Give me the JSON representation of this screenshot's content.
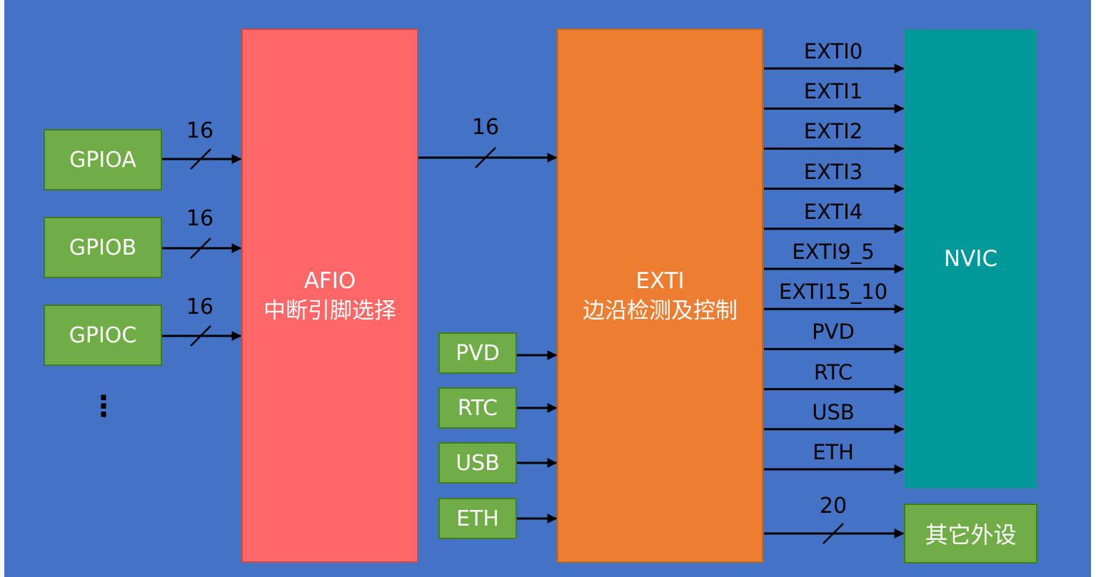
{
  "colors": {
    "background": "#4472c4",
    "source_block": "#70ad47",
    "afio_block": "#ff6666",
    "exti_block": "#ed7d31",
    "nvic_block": "#00999a",
    "wire": "#000000"
  },
  "gpio_blocks": [
    {
      "label": "GPIOA",
      "bus_width": "16"
    },
    {
      "label": "GPIOB",
      "bus_width": "16"
    },
    {
      "label": "GPIOC",
      "bus_width": "16"
    }
  ],
  "gpio_more": "⋮",
  "afio": {
    "line1": "AFIO",
    "line2": "中断引脚选择"
  },
  "afio_to_exti_bus_width": "16",
  "extra_sources": [
    {
      "label": "PVD"
    },
    {
      "label": "RTC"
    },
    {
      "label": "USB"
    },
    {
      "label": "ETH"
    }
  ],
  "exti": {
    "line1": "EXTI",
    "line2": "边沿检测及控制"
  },
  "nvic_lines": [
    "EXTI0",
    "EXTI1",
    "EXTI2",
    "EXTI3",
    "EXTI4",
    "EXTI9_5",
    "EXTI15_10",
    "PVD",
    "RTC",
    "USB",
    "ETH"
  ],
  "nvic": {
    "label": "NVIC"
  },
  "other_bus_width": "20",
  "other": {
    "label": "其它外设"
  }
}
